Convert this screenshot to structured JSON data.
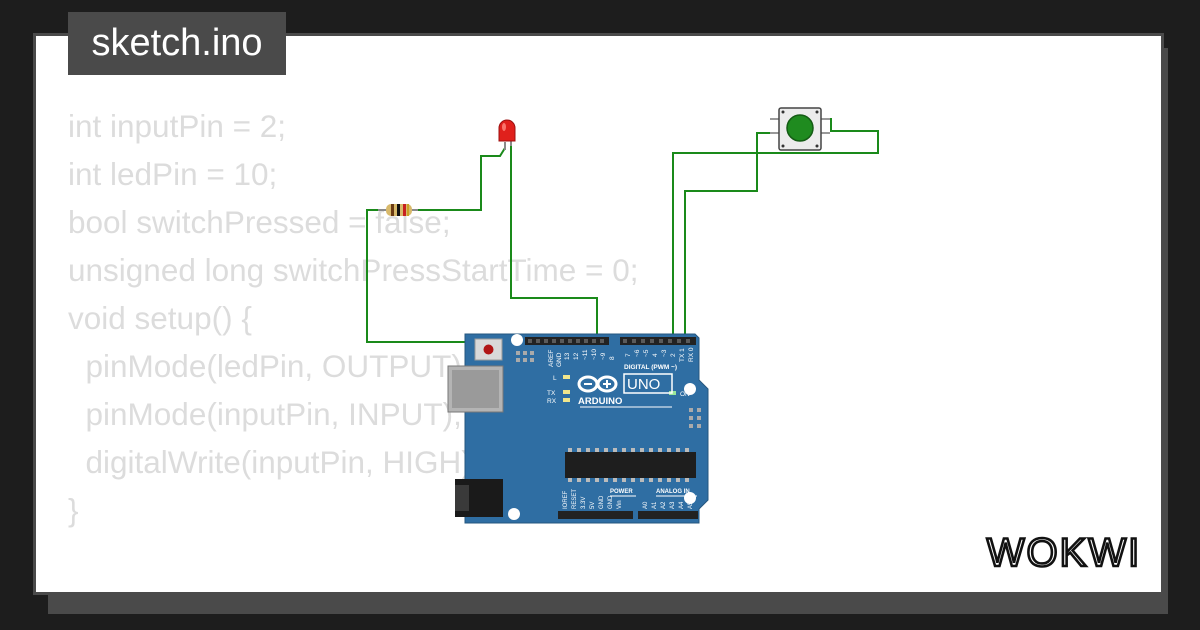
{
  "file_tab": {
    "label": "sketch.ino"
  },
  "code_lines": [
    "int inputPin = 2;",
    "int ledPin = 10;",
    "bool switchPressed = false;",
    "unsigned long switchPressStartTime = 0;",
    "",
    "void setup() {",
    "  pinMode(ledPin, OUTPUT);",
    "  pinMode(inputPin, INPUT);",
    "  digitalWrite(inputPin, HIGH);",
    "}"
  ],
  "board": {
    "aref": "AREF",
    "gnd": "GND",
    "digital_pins_high": [
      "13",
      "12",
      "~11",
      "~10",
      "~9",
      "8"
    ],
    "digital_pins_low": [
      "7",
      "~6",
      "~5",
      "4",
      "~3",
      "2",
      "TX 1",
      "RX 0"
    ],
    "digital_label": "DIGITAL (PWM ~)",
    "led_l": "L",
    "led_tx": "TX",
    "led_rx": "RX",
    "logo_text": "ARDUINO",
    "model": "UNO",
    "on_label": "ON",
    "power_label": "POWER",
    "analog_label": "ANALOG IN",
    "power_pins": [
      "IOREF",
      "RESET",
      "3.3V",
      "5V",
      "GND",
      "GND",
      "Vin"
    ],
    "analog_pins": [
      "A0",
      "A1",
      "A2",
      "A3",
      "A4",
      "A5"
    ]
  },
  "brand": {
    "text": "WOKWI"
  },
  "colors": {
    "background": "#1d1d1d",
    "card": "#ffffff",
    "frame": "#4a4a4a",
    "code_text": "#dcdcdc",
    "board": "#2f6ea3",
    "wire": "#1a8a1a",
    "button": "#1f8b1f",
    "led": "#e0201c"
  }
}
